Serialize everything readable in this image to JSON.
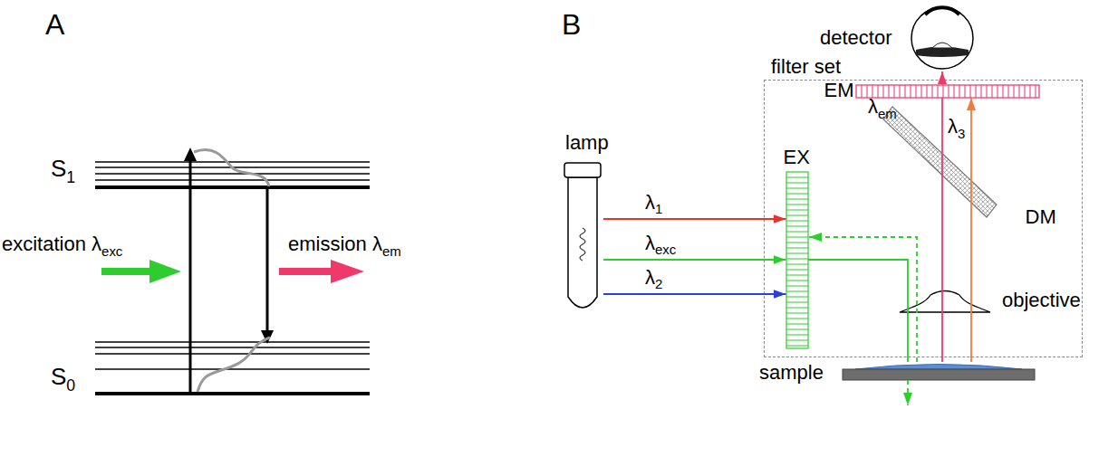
{
  "diagram": {
    "nodes": [
      {
        "text": [
          "detector"
        ]
      },
      {
        "text": [
          "filter set"
        ]
      },
      {
        "text": [
          "EM"
        ],
        "in": 1
      },
      {
        "text": [
          "EX"
        ],
        "in": 1
      },
      {
        "text": [
          "DM"
        ],
        "in": 1
      },
      {
        "text": [
          "lamp"
        ]
      },
      {
        "text": [
          "objective"
        ]
      },
      {
        "text": [
          "sample"
        ]
      }
    ],
    "edges": [
      {
        "from": 5,
        "to": 3,
        "arrow": "to",
        "label": "λ1"
      },
      {
        "from": 5,
        "to": 3,
        "arrow": "to",
        "label": "λexc"
      },
      {
        "from": 5,
        "to": 3,
        "arrow": "to",
        "label": "λ2"
      },
      {
        "from": 2,
        "to": 0,
        "arrow": "to"
      }
    ],
    "labels": [
      "A",
      "B",
      "S1",
      "S0",
      "excitation λexc",
      "emission λem",
      "λem",
      "λ3"
    ]
  }
}
